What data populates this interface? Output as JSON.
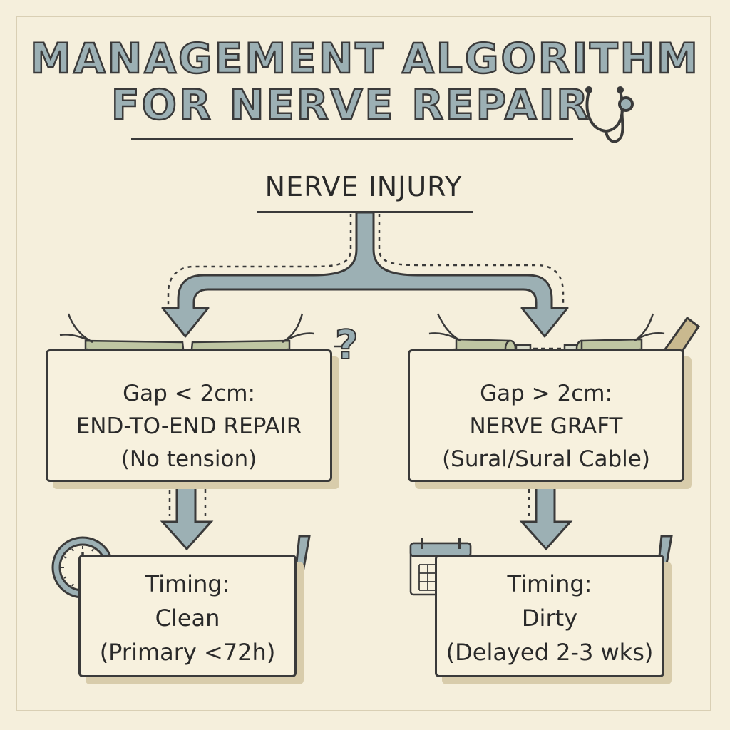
{
  "title": {
    "line1": "MANAGEMENT ALGORITHM",
    "line2": "FOR NERVE REPAIR"
  },
  "root": {
    "label": "NERVE INJURY"
  },
  "branches": [
    {
      "lines": [
        "Gap < 2cm:",
        "END-TO-END REPAIR",
        "(No tension)"
      ],
      "timing": [
        "Timing:",
        "Clean",
        "(Primary <72h)"
      ]
    },
    {
      "lines": [
        "Gap > 2cm:",
        "NERVE GRAFT",
        "(Sural/Sural Cable)"
      ],
      "timing": [
        "Timing:",
        "Dirty",
        "(Delayed 2-3 wks)"
      ]
    }
  ],
  "icons": [
    "stethoscope-icon",
    "nerve-icon",
    "question-mark-icon",
    "suture-icon",
    "graft-nerve-icon",
    "graft-log-icon",
    "clock-icon",
    "calendar-icon",
    "exclamation-icon"
  ],
  "colors": {
    "background": "#f5efdc",
    "arrow_fill": "#9cb0b4",
    "nerve_fill": "#bfc6a3",
    "ink": "#3a3a3a",
    "shadow": "#d8ccab"
  }
}
